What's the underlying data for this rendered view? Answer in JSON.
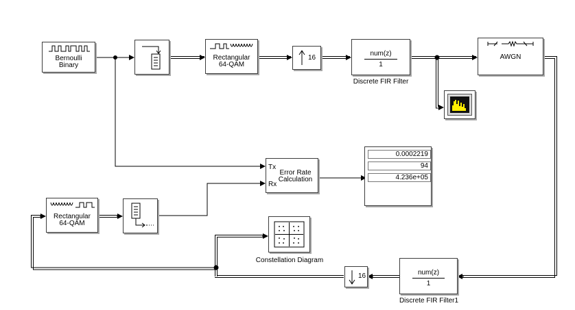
{
  "blocks": {
    "bernoulli": {
      "line1": "Bernoulli",
      "line2": "Binary"
    },
    "qam_mod": {
      "line1": "Rectangular",
      "line2": "64-QAM"
    },
    "upsample": {
      "factor": "16"
    },
    "fir_tx": {
      "num": "num(z)",
      "den": "1",
      "caption": "Discrete FIR Filter"
    },
    "awgn": {
      "label": "AWGN"
    },
    "error_rate": {
      "line1": "Error Rate",
      "line2": "Calculation",
      "port_tx": "Tx",
      "port_rx": "Rx"
    },
    "display": {
      "values": [
        "0.0002219",
        "94",
        "4.236e+05"
      ]
    },
    "qam_demod": {
      "line1": "Rectangular",
      "line2": "64-QAM"
    },
    "constellation": {
      "caption": "Constellation Diagram"
    },
    "downsample": {
      "factor": "16"
    },
    "fir_rx": {
      "num": "num(z)",
      "den": "1",
      "caption": "Discrete FIR Filter1"
    }
  },
  "colors": {
    "line": "#000000",
    "block_border": "#3c3c3c",
    "shadow": "#a8a8a8",
    "scope_bar": "#ffee00"
  }
}
